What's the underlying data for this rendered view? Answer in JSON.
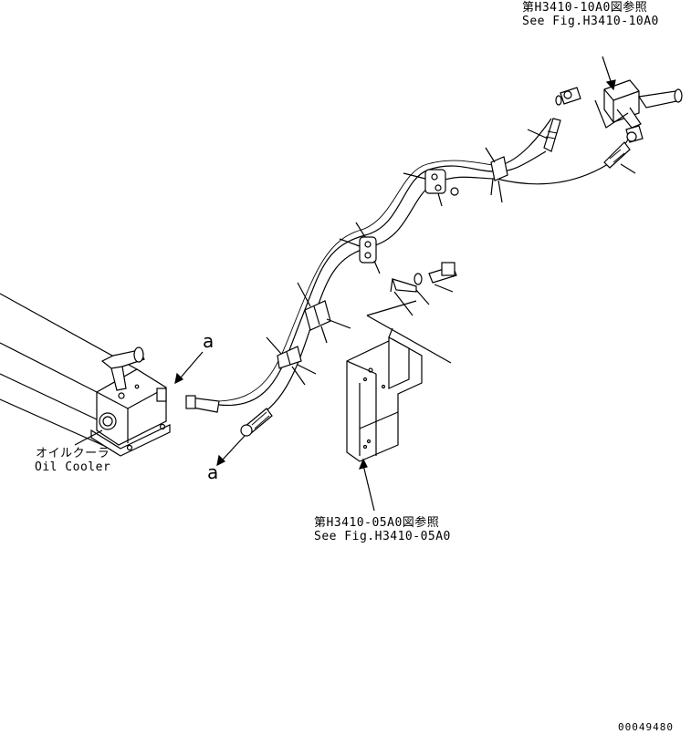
{
  "references": {
    "top": {
      "line1": "第H3410-10A0図参照",
      "line2": "See Fig.H3410-10A0"
    },
    "bottom": {
      "line1": "第H3410-05A0図参照",
      "line2": "See Fig.H3410-05A0"
    }
  },
  "part_label": {
    "jp": "オイルクーラ",
    "en": "Oil Cooler"
  },
  "connection_marks": {
    "upper": "a",
    "lower": "a"
  },
  "drawing_code": "00049480"
}
